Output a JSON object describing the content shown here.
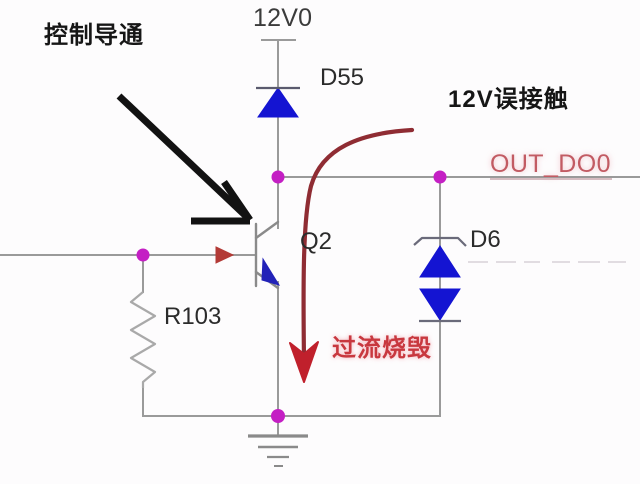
{
  "diagram": {
    "title": "NPN transistor low-side driver output stage with TVS protection",
    "background_color": "#fdfcfd",
    "wire_color": "#9a9a9a",
    "junction_color": "#c41fc4",
    "diode_color": "#1414d2",
    "annotation_black_color": "#161616",
    "annotation_red_color": "#c8383f",
    "net_label_color": "#3b3b3b",
    "out_label_color": "#c25b63"
  },
  "nets": {
    "supply_label": "12V0",
    "output_label": "OUT_DO0"
  },
  "components": [
    {
      "ref": "D55",
      "type": "diode"
    },
    {
      "ref": "Q2",
      "type": "npn-transistor"
    },
    {
      "ref": "R103",
      "type": "resistor"
    },
    {
      "ref": "D6",
      "type": "bidirectional-tvs-zener"
    }
  ],
  "refs": {
    "d55": "D55",
    "q2": "Q2",
    "r103": "R103",
    "d6": "D6"
  },
  "annotations": {
    "control_on": "控制导通",
    "misconnect_12v": "12V误接触",
    "overcurrent_burnout": "过流烧毁"
  },
  "ghost_text": {
    "faded_watermark": "- - - -  - -  - - -"
  }
}
